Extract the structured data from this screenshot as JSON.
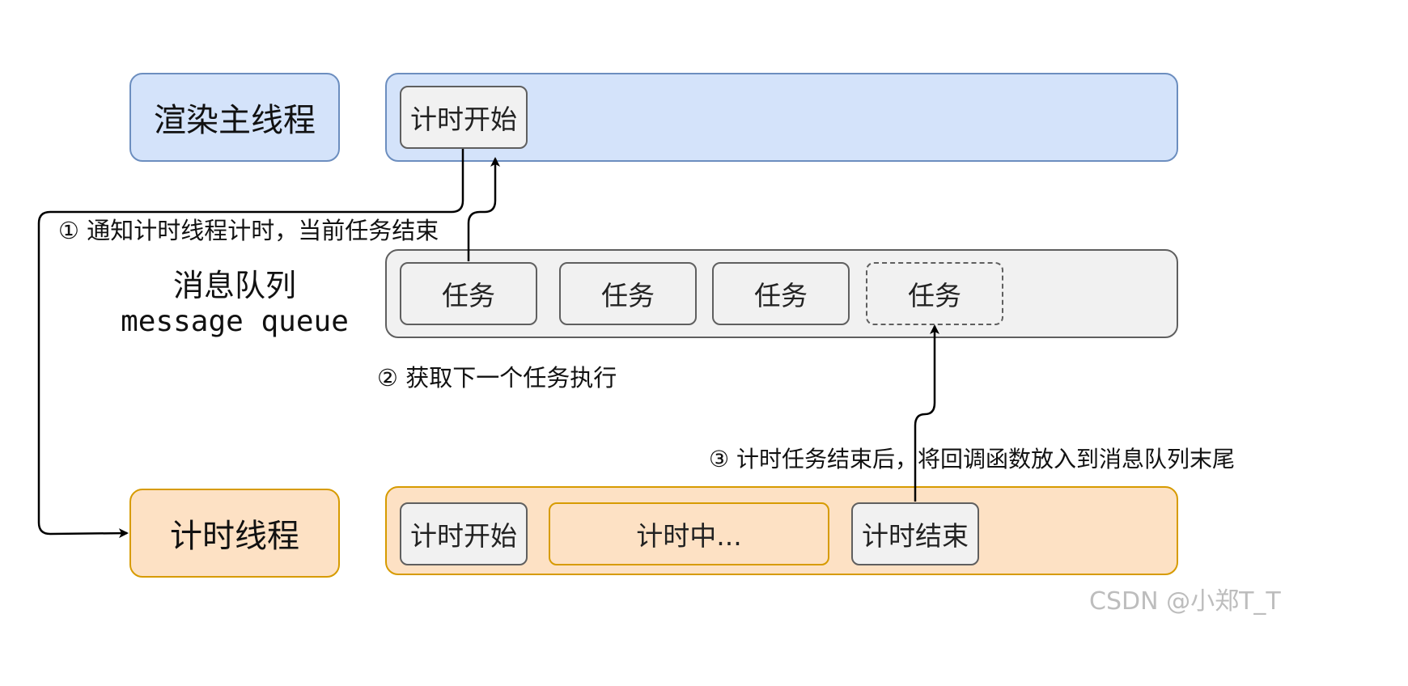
{
  "render_thread": {
    "label": "渲染主线程",
    "tasks": [
      "计时开始"
    ]
  },
  "message_queue": {
    "label_cn": "消息队列",
    "label_en": "message queue",
    "tasks": [
      "任务",
      "任务",
      "任务",
      "任务"
    ]
  },
  "timer_thread": {
    "label": "计时线程",
    "tasks": [
      "计时开始",
      "计时中...",
      "计时结束"
    ]
  },
  "steps": {
    "step1": "① 通知计时线程计时，当前任务结束",
    "step2": "② 获取下一个任务执行",
    "step3": "③ 计时任务结束后，将回调函数放入到消息队列末尾"
  },
  "watermark": "CSDN @小郑T_T",
  "colors": {
    "render_fill": "#d4e3fa",
    "render_border": "#6c8ebf",
    "queue_fill": "#f1f1f1",
    "queue_border": "#5f5f5f",
    "timer_fill": "#fde1c4",
    "timer_border": "#d79b00"
  }
}
